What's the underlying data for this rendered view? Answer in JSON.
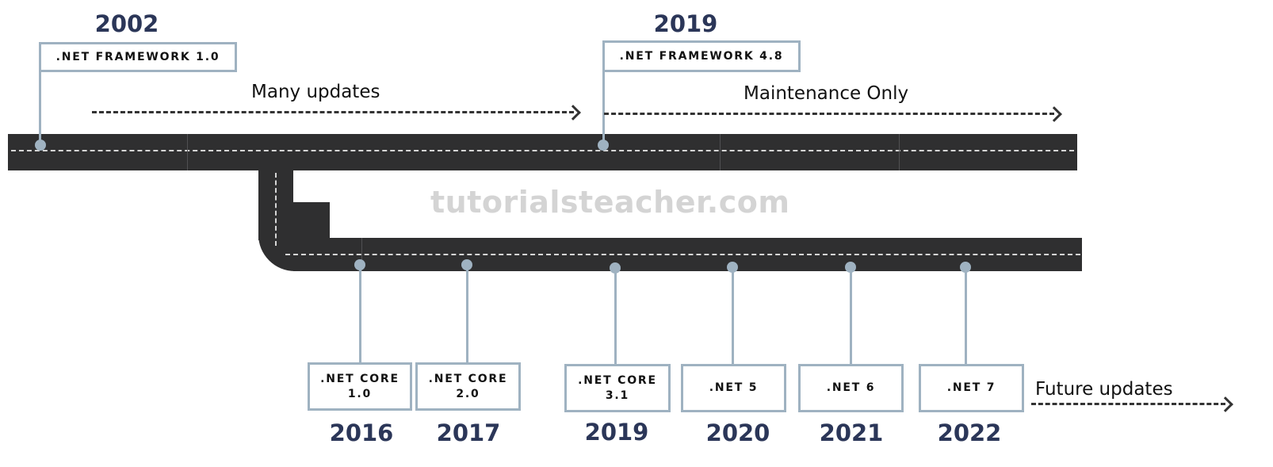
{
  "watermark": "tutorialsteacher.com",
  "framework_line": {
    "milestones": [
      {
        "label": ".NET FRAMEWORK 1.0",
        "year": "2002"
      },
      {
        "label": ".NET FRAMEWORK 4.8",
        "year": "2019"
      }
    ],
    "phases": [
      {
        "label": "Many updates"
      },
      {
        "label": "Maintenance Only"
      }
    ]
  },
  "core_line": {
    "milestones": [
      {
        "label": ".NET CORE 1.0",
        "year": "2016"
      },
      {
        "label": ".NET CORE 2.0",
        "year": "2017"
      },
      {
        "label": ".NET CORE 3.1",
        "year": "2019"
      },
      {
        "label": ".NET 5",
        "year": "2020"
      },
      {
        "label": ".NET 6",
        "year": "2021"
      },
      {
        "label": ".NET 7",
        "year": "2022"
      }
    ],
    "future": {
      "label": "Future updates"
    }
  },
  "colors": {
    "road": "#2f2f30",
    "marker": "#9fb2c1",
    "year": "#2b3658"
  }
}
